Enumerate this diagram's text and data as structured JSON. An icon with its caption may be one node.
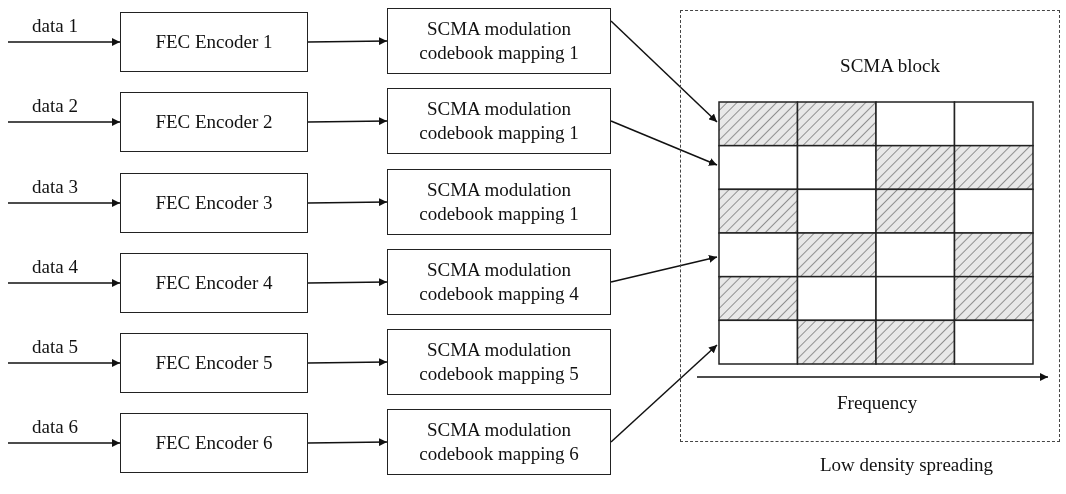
{
  "diagram": {
    "nodes": [
      {
        "text": [
          "FEC Encoder 1"
        ]
      },
      {
        "text": [
          "FEC Encoder 2"
        ]
      },
      {
        "text": [
          "FEC Encoder 3"
        ]
      },
      {
        "text": [
          "FEC Encoder 4"
        ]
      },
      {
        "text": [
          "FEC Encoder 5"
        ]
      },
      {
        "text": [
          "FEC Encoder 6"
        ]
      },
      {
        "text": [
          "SCMA modulation codebook mapping 1"
        ]
      },
      {
        "text": [
          "SCMA modulation codebook mapping 1"
        ]
      },
      {
        "text": [
          "SCMA modulation codebook mapping 1"
        ]
      },
      {
        "text": [
          "SCMA modulation codebook mapping 4"
        ]
      },
      {
        "text": [
          "SCMA modulation codebook mapping 5"
        ]
      },
      {
        "text": [
          "SCMA modulation codebook mapping 6"
        ]
      },
      {
        "text": [
          "SCMA block"
        ],
        "beside": [
          "Low density spreading"
        ]
      },
      {
        "text": [],
        "shape": "box",
        "in": 12
      }
    ],
    "edges": [
      {
        "from": null,
        "to": 0,
        "arrow": "to",
        "label": "data 1"
      },
      {
        "from": null,
        "to": 1,
        "arrow": "to",
        "label": "data 2"
      },
      {
        "from": null,
        "to": 2,
        "arrow": "to",
        "label": "data 3"
      },
      {
        "from": null,
        "to": 3,
        "arrow": "to",
        "label": "data 4"
      },
      {
        "from": null,
        "to": 4,
        "arrow": "to",
        "label": "data 5"
      },
      {
        "from": null,
        "to": 5,
        "arrow": "to",
        "label": "data 6"
      },
      {
        "from": 0,
        "to": 6,
        "arrow": "to"
      },
      {
        "from": 1,
        "to": 7,
        "arrow": "to"
      },
      {
        "from": 2,
        "to": 8,
        "arrow": "to"
      },
      {
        "from": 3,
        "to": 9,
        "arrow": "to"
      },
      {
        "from": 4,
        "to": 10,
        "arrow": "to"
      },
      {
        "from": 5,
        "to": 11,
        "arrow": "to"
      },
      {
        "from": 6,
        "to": 13,
        "arrow": "to"
      },
      {
        "from": 7,
        "to": 13,
        "arrow": "to"
      },
      {
        "from": 9,
        "to": 13,
        "arrow": "to"
      },
      {
        "from": 11,
        "to": 13,
        "arrow": "to"
      }
    ],
    "labels": [
      "Frequency"
    ]
  }
}
